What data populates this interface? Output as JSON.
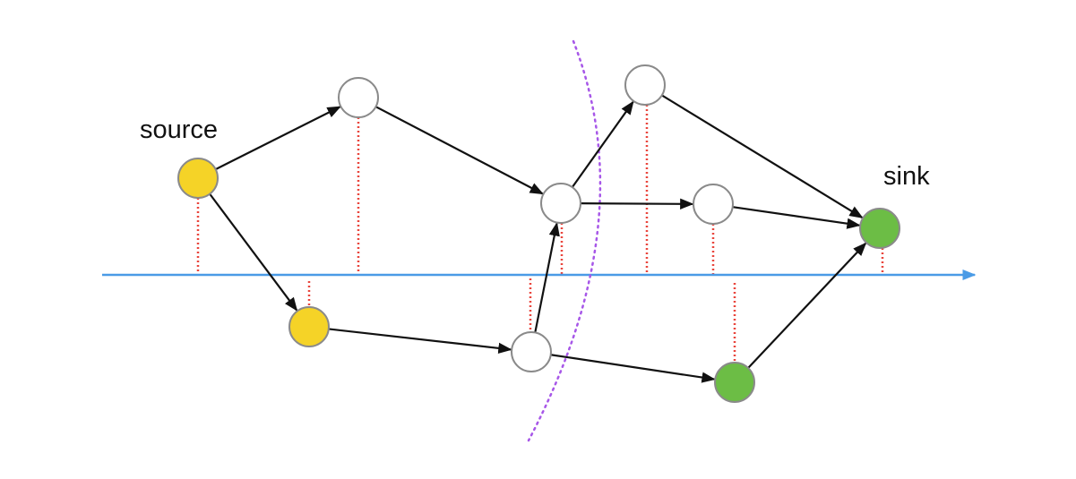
{
  "labels": {
    "source": "source",
    "sink": "sink"
  },
  "colors": {
    "source_node": "#f5d327",
    "sink_node": "#6cbd45",
    "plain_node": "#ffffff",
    "node_stroke": "#8a8a8a",
    "edge": "#111111",
    "axis": "#4a9be6",
    "projection": "#e9453c",
    "cut": "#a757e8"
  },
  "nodes": [
    {
      "id": "n1",
      "role": "source",
      "fill": "source_node"
    },
    {
      "id": "n2",
      "role": "source-side",
      "fill": "source_node"
    },
    {
      "id": "n3",
      "role": "intermediate",
      "fill": "plain_node"
    },
    {
      "id": "n4",
      "role": "intermediate",
      "fill": "plain_node"
    },
    {
      "id": "n5",
      "role": "intermediate",
      "fill": "plain_node"
    },
    {
      "id": "n6",
      "role": "intermediate",
      "fill": "plain_node"
    },
    {
      "id": "n7",
      "role": "intermediate",
      "fill": "plain_node"
    },
    {
      "id": "n8",
      "role": "sink-side",
      "fill": "sink_node"
    },
    {
      "id": "n9",
      "role": "sink",
      "fill": "sink_node"
    }
  ],
  "edges": [
    [
      "n1",
      "n3"
    ],
    [
      "n1",
      "n2"
    ],
    [
      "n3",
      "n4"
    ],
    [
      "n2",
      "n5"
    ],
    [
      "n5",
      "n4"
    ],
    [
      "n4",
      "n6"
    ],
    [
      "n4",
      "n7"
    ],
    [
      "n5",
      "n8"
    ],
    [
      "n6",
      "n9"
    ],
    [
      "n7",
      "n9"
    ],
    [
      "n8",
      "n9"
    ]
  ]
}
